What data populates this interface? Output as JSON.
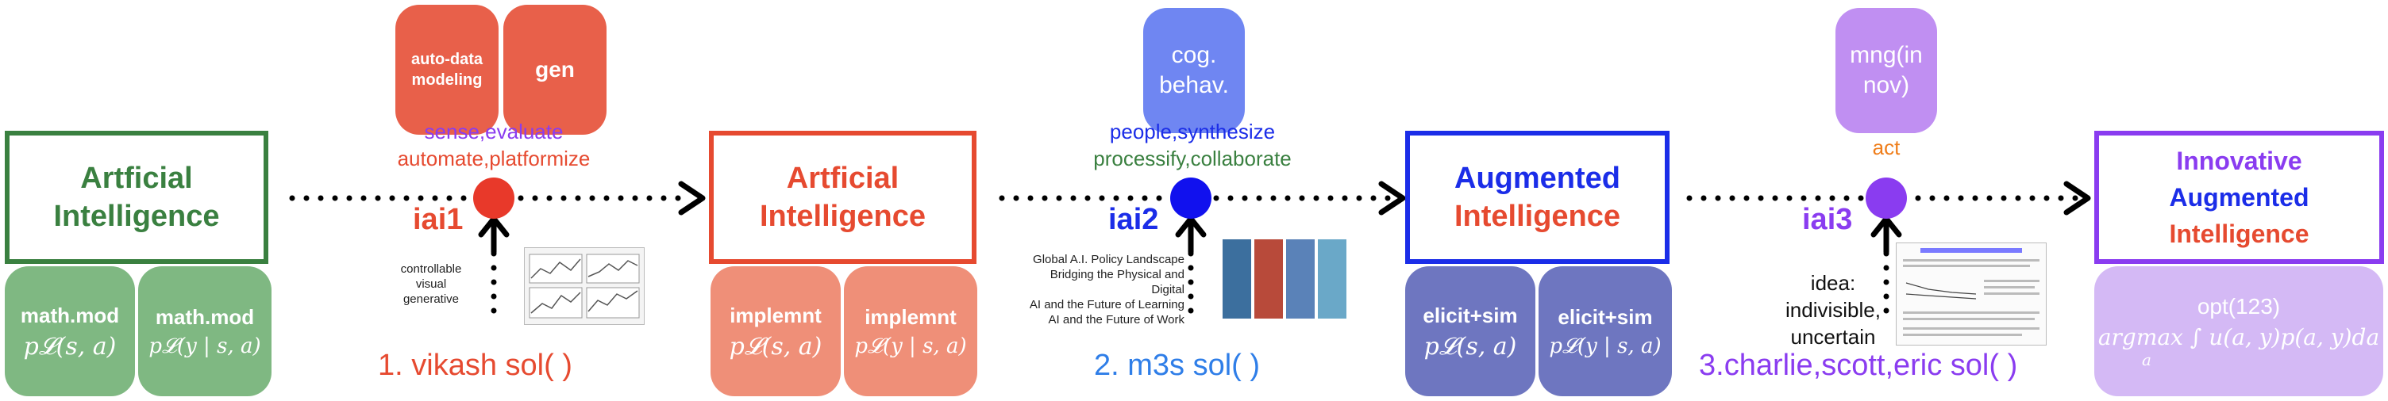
{
  "colors": {
    "green": "#3a8040",
    "red": "#e64a30",
    "blue": "#1b2de8",
    "purple": "#8a3cf0",
    "orange": "#ef7d1a",
    "green_pill": "#7fb882",
    "salmon_pill": "#ef8f78",
    "navy_pill": "#6e76c0",
    "lavender_pill": "#d4b9f5"
  },
  "stages": [
    {
      "lines": [
        "Artficial",
        "Intelligence"
      ]
    },
    {
      "lines": [
        "Artficial",
        "Intelligence"
      ]
    },
    {
      "lines": [
        "Augmented",
        "Intelligence"
      ]
    },
    {
      "lines": [
        "Innovative",
        "Augmented",
        "Intelligence"
      ]
    }
  ],
  "top_pills": {
    "auto_data": "auto-data modeling",
    "gen": "gen",
    "cog": "cog. behav.",
    "mng": "mng(in nov)"
  },
  "connectors": [
    {
      "code": "iai1",
      "labels": [
        "sense,evaluate",
        "automate,platformize"
      ]
    },
    {
      "code": "iai2",
      "labels": [
        "people,synthesize",
        "processify,collaborate"
      ]
    },
    {
      "code": "iai3",
      "labels": [
        "act"
      ]
    }
  ],
  "sub_pills": {
    "s1": [
      {
        "title": "math.mod",
        "formula": "p𝓛(s, a)"
      },
      {
        "title": "math.mod",
        "formula": "p𝓛(y | s, a)"
      }
    ],
    "s2": [
      {
        "title": "implemnt",
        "formula": "p𝓛(s, a)"
      },
      {
        "title": "implemnt",
        "formula": "p𝓛(y | s, a)"
      }
    ],
    "s3": [
      {
        "title": "elicit+sim",
        "formula": "p𝓛(s, a)"
      },
      {
        "title": "elicit+sim",
        "formula": "p𝓛(y | s, a)"
      }
    ],
    "s4": {
      "title": "opt(123)",
      "formula": "argmax ∫ u(a, y)p(a, y)da",
      "sub": "a"
    }
  },
  "solutions": [
    "1. vikash sol( )",
    "2. m3s sol( )",
    "3.charlie,scott,eric sol( )"
  ],
  "annotations": {
    "controllable": [
      "controllable",
      "visual",
      "generative"
    ],
    "policy": [
      "Global A.I. Policy Landscape",
      "Bridging the Physical and Digital",
      "AI and the Future of Learning",
      "AI and the Future of Work"
    ],
    "idea": [
      "idea:",
      "indivisible,",
      "uncertain"
    ]
  }
}
